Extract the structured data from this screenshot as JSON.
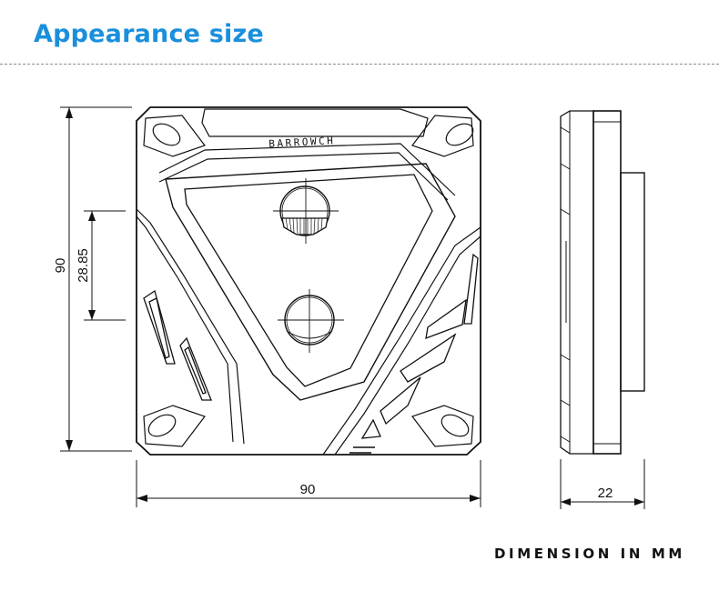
{
  "header": {
    "title": "Appearance size"
  },
  "dimensions": {
    "width": "90",
    "height": "90",
    "port_spacing": "28.85",
    "depth": "22"
  },
  "brand": "BARROWCH",
  "footer": {
    "note": "DIMENSION IN MM"
  },
  "colors": {
    "title": "#1a8fdc",
    "line": "#111111"
  }
}
